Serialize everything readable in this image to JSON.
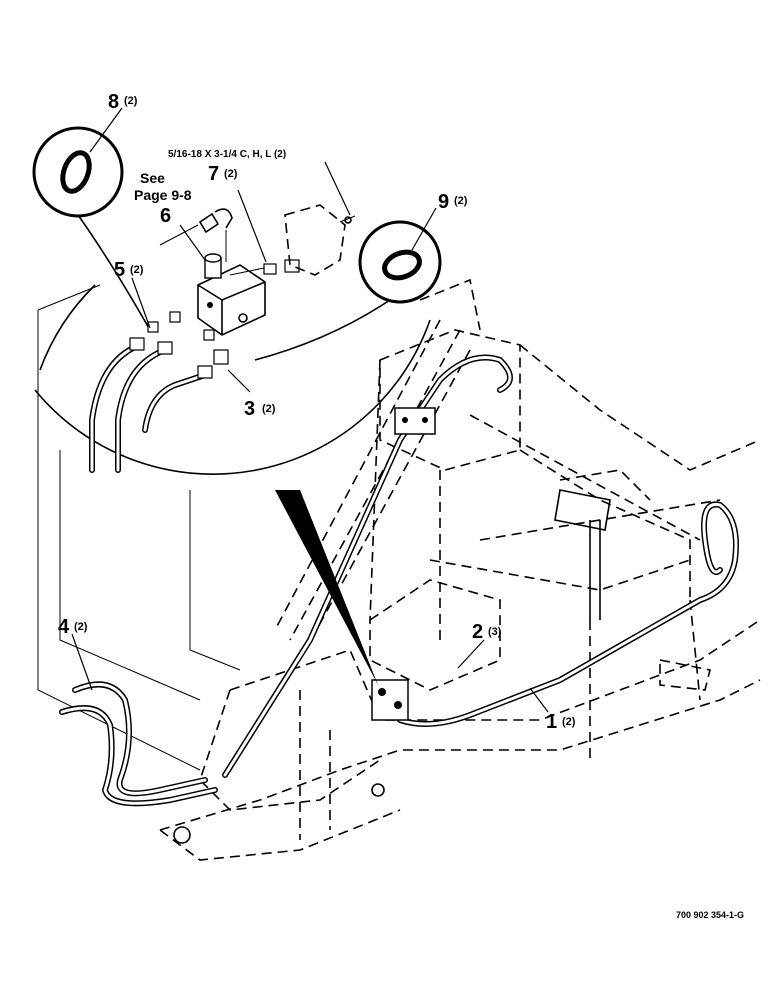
{
  "callouts": {
    "c1": {
      "num": "1",
      "qty": "(2)"
    },
    "c2": {
      "num": "2",
      "qty": "(3)"
    },
    "c3": {
      "num": "3",
      "qty": "(2)"
    },
    "c4": {
      "num": "4",
      "qty": "(2)"
    },
    "c5": {
      "num": "5",
      "qty": "(2)"
    },
    "c6": {
      "num": "6",
      "qty": ""
    },
    "c7": {
      "num": "7",
      "qty": "(2)"
    },
    "c8": {
      "num": "8",
      "qty": "(2)"
    },
    "c9": {
      "num": "9",
      "qty": "(2)"
    }
  },
  "bolt_note": "5/16-18 X 3-1/4 C, H, L (2)",
  "see_ref": {
    "line1": "See",
    "line2": "Page 9-8"
  },
  "doc_number": "700 902 354-1-G",
  "colors": {
    "ink": "#000000",
    "paper": "#ffffff"
  }
}
